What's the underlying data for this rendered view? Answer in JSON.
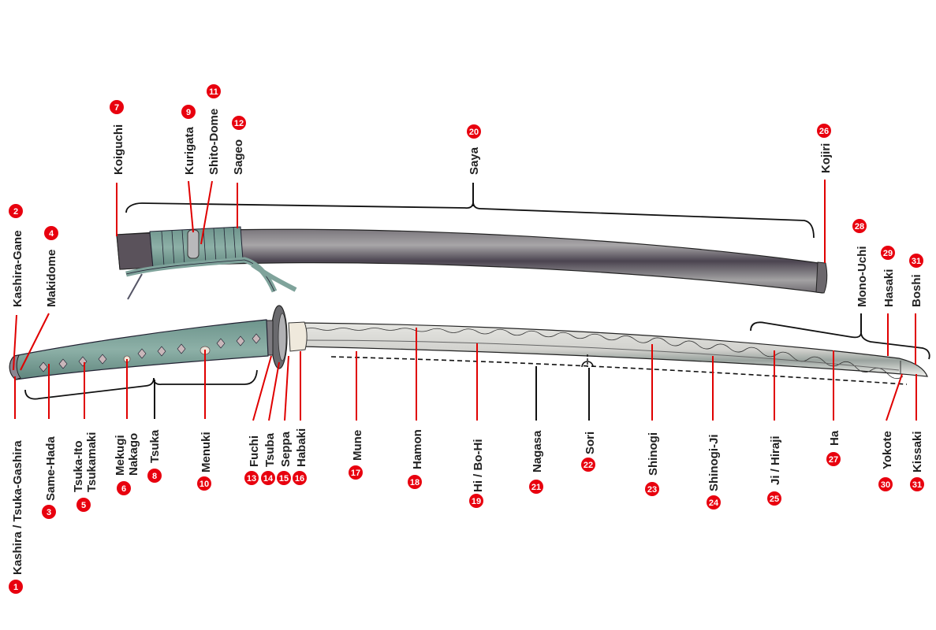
{
  "title": "Katana anatomy diagram",
  "colors": {
    "badge": "#e8000e",
    "leader_red": "#e00000",
    "leader_black": "#111111",
    "saya": "#5a5560",
    "wrap": "#7fa39b",
    "blade": "#d9d9d4",
    "habaki": "#efe9dc"
  },
  "labels": [
    {
      "id": "kashira",
      "num": "1",
      "text": "Kashira / Tsuka-Gashira",
      "group": "tsuka"
    },
    {
      "id": "kashira-gane",
      "num": "2",
      "text": "Kashira-Gane",
      "group": "tsuka"
    },
    {
      "id": "same-hada",
      "num": "3",
      "text": "Same-Hada",
      "group": "tsuka"
    },
    {
      "id": "makidome",
      "num": "4",
      "text": "Makidome",
      "group": "tsuka"
    },
    {
      "id": "tsuka-ito",
      "num": "5",
      "text": "Tsuka-Ito",
      "text2": "Tsukamaki",
      "group": "tsuka"
    },
    {
      "id": "mekugi",
      "num": "6",
      "text": "Mekugi",
      "text2": "Nakago",
      "group": "tsuka"
    },
    {
      "id": "koiguchi",
      "num": "7",
      "text": "Koiguchi",
      "group": "saya"
    },
    {
      "id": "tsuka",
      "num": "8",
      "text": "Tsuka",
      "group": "tsuka"
    },
    {
      "id": "kurigata",
      "num": "9",
      "text": "Kurigata",
      "group": "saya"
    },
    {
      "id": "menuki",
      "num": "10",
      "text": "Menuki",
      "group": "tsuka"
    },
    {
      "id": "shito-dome",
      "num": "11",
      "text": "Shito-Dome",
      "group": "saya"
    },
    {
      "id": "sageo",
      "num": "12",
      "text": "Sageo",
      "group": "saya"
    },
    {
      "id": "fuchi",
      "num": "13",
      "text": "Fuchi",
      "group": "guard"
    },
    {
      "id": "tsuba",
      "num": "14",
      "text": "Tsuba",
      "group": "guard"
    },
    {
      "id": "seppa",
      "num": "15",
      "text": "Seppa",
      "group": "guard"
    },
    {
      "id": "habaki",
      "num": "16",
      "text": "Habaki",
      "group": "guard"
    },
    {
      "id": "mune",
      "num": "17",
      "text": "Mune",
      "group": "blade"
    },
    {
      "id": "hamon",
      "num": "18",
      "text": "Hamon",
      "group": "blade"
    },
    {
      "id": "hi",
      "num": "19",
      "text": "Hi / Bo-Hi",
      "group": "blade"
    },
    {
      "id": "saya",
      "num": "20",
      "text": "Saya",
      "group": "saya"
    },
    {
      "id": "nagasa",
      "num": "21",
      "text": "Nagasa",
      "group": "blade"
    },
    {
      "id": "sori",
      "num": "22",
      "text": "Sori",
      "group": "blade"
    },
    {
      "id": "shinogi",
      "num": "23",
      "text": "Shinogi",
      "group": "blade"
    },
    {
      "id": "shinogi-ji",
      "num": "24",
      "text": "Shinogi-Ji",
      "group": "blade"
    },
    {
      "id": "ji",
      "num": "25",
      "text": "Ji / Hiraji",
      "group": "blade"
    },
    {
      "id": "kojiri",
      "num": "26",
      "text": "Kojiri",
      "group": "saya"
    },
    {
      "id": "ha",
      "num": "27",
      "text": "Ha",
      "group": "blade"
    },
    {
      "id": "mono-uchi",
      "num": "28",
      "text": "Mono-Uchi",
      "group": "blade"
    },
    {
      "id": "hasaki",
      "num": "29",
      "text": "Hasaki",
      "group": "blade"
    },
    {
      "id": "yokote",
      "num": "30",
      "text": "Yokote",
      "group": "blade"
    },
    {
      "id": "boshi",
      "num": "31",
      "text": "Boshi",
      "group": "blade"
    },
    {
      "id": "kissaki",
      "num": "31",
      "text": "Kissaki",
      "group": "blade"
    }
  ]
}
